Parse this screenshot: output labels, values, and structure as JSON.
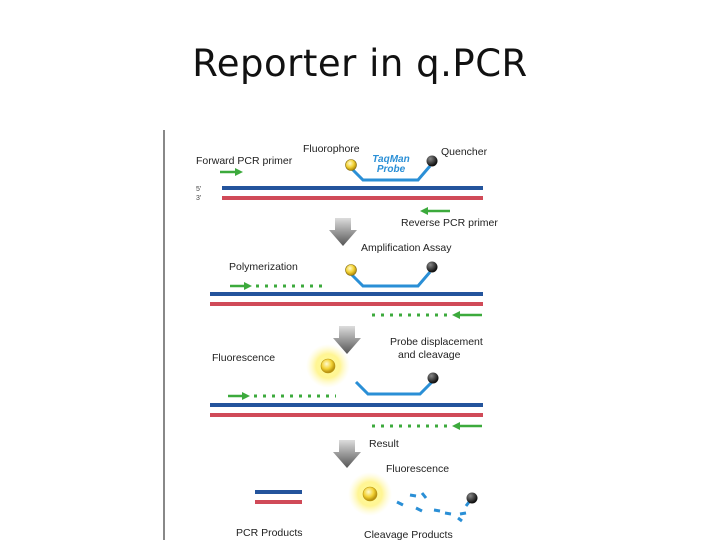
{
  "slide": {
    "title": "Reporter in q.PCR"
  },
  "colors": {
    "top_strand": "#24549c",
    "bottom_strand": "#d04a58",
    "primer": "#3caa3c",
    "probe": "#2a8fd6",
    "fluorophore": "#f3d234",
    "quencher": "#222222",
    "arrow": "#666666"
  },
  "labels": {
    "fluorophore": "Fluorophore",
    "quencher": "Quencher",
    "forward_primer": "Forward PCR primer",
    "taqman_line1": "TaqMan",
    "taqman_line2": "Probe",
    "five_prime": "5'",
    "three_prime": "3'",
    "reverse_primer": "Reverse PCR primer",
    "amplification": "Amplification Assay",
    "polymerization": "Polymerization",
    "fluorescence": "Fluorescence",
    "probe_displacement_line1": "Probe displacement",
    "probe_displacement_line2": "and cleavage",
    "result": "Result",
    "fluorescence_result": "Fluorescence",
    "pcr_products": "PCR Products",
    "cleavage_products": "Cleavage Products"
  },
  "icons": [
    "down-arrow-icon",
    "fluorophore-icon",
    "quencher-icon",
    "glow-icon"
  ]
}
